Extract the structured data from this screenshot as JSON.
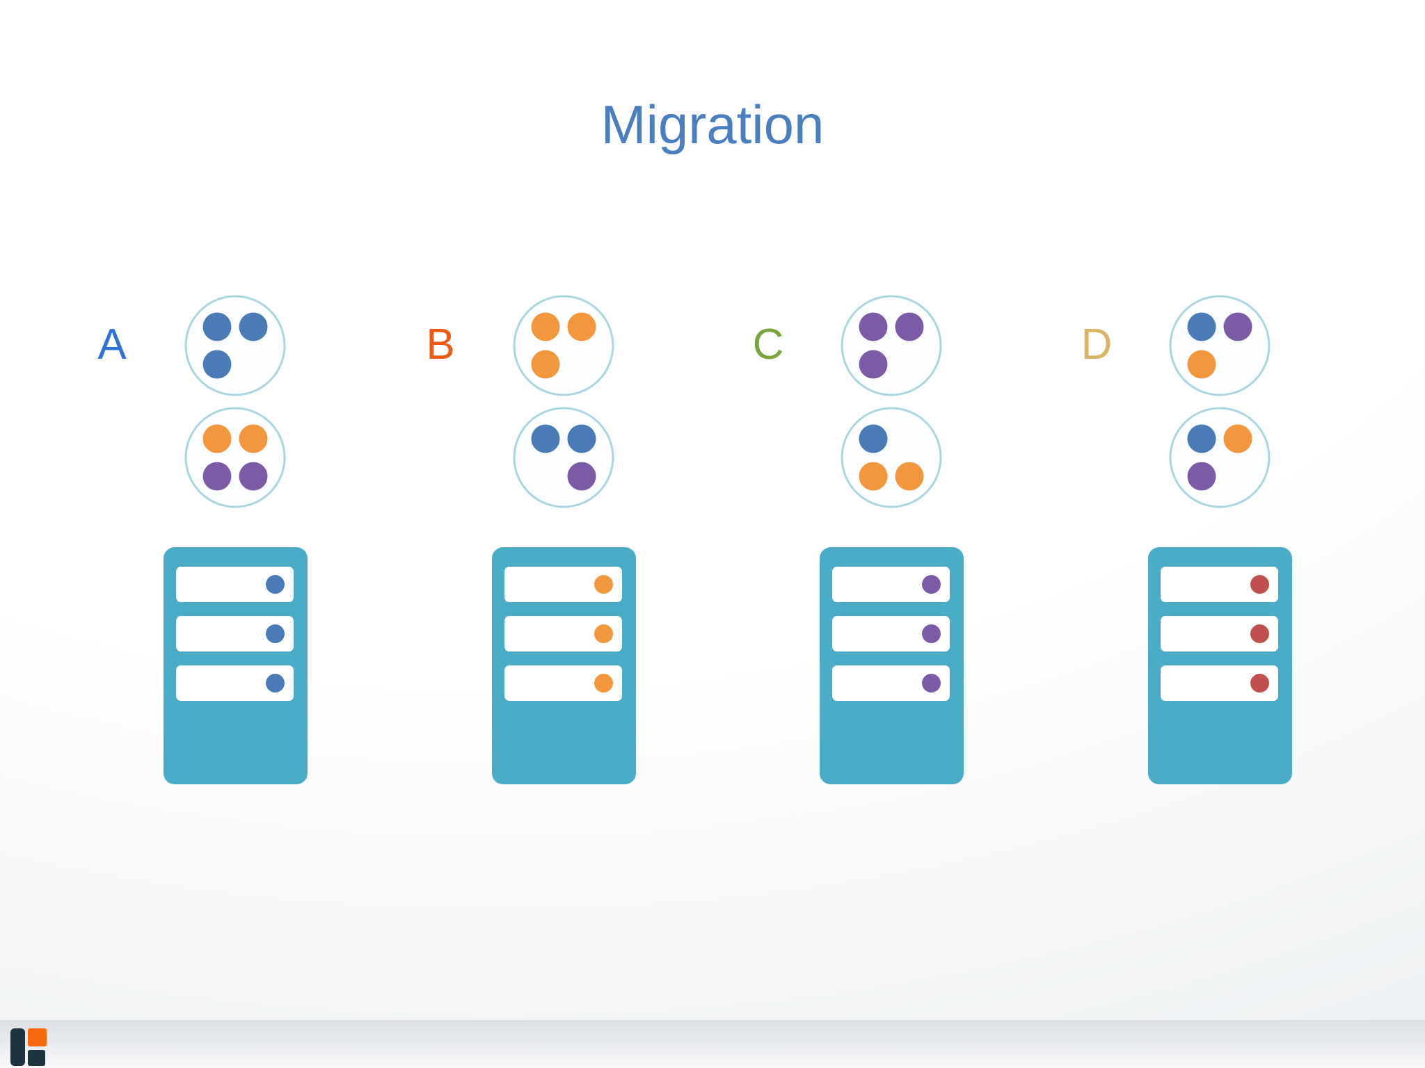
{
  "slide": {
    "title": "Migration"
  },
  "palette": {
    "title_color": "#4a7ec1",
    "server_teal": "#4aabc6",
    "circle_border": "#a9d6e0",
    "dot_colors": {
      "blue": "#4a7bb7",
      "orange": "#f2973e",
      "purple": "#7c5ba6",
      "red": "#c0504d"
    },
    "logo_dark": "#1d3340",
    "logo_orange": "#f8680f"
  },
  "groups": [
    {
      "label": "A",
      "label_color": "#2e72d9",
      "circles": [
        {
          "dots": [
            {
              "pos": "tl",
              "color": "blue"
            },
            {
              "pos": "tr",
              "color": "blue"
            },
            {
              "pos": "bl",
              "color": "blue"
            }
          ]
        },
        {
          "dots": [
            {
              "pos": "tl",
              "color": "orange"
            },
            {
              "pos": "tr",
              "color": "orange"
            },
            {
              "pos": "bl",
              "color": "purple"
            },
            {
              "pos": "br",
              "color": "purple"
            }
          ]
        }
      ],
      "server": {
        "slot_count": 3,
        "led_color": "blue"
      }
    },
    {
      "label": "B",
      "label_color": "#ee5a14",
      "circles": [
        {
          "dots": [
            {
              "pos": "tl",
              "color": "orange"
            },
            {
              "pos": "tr",
              "color": "orange"
            },
            {
              "pos": "bl",
              "color": "orange"
            }
          ]
        },
        {
          "dots": [
            {
              "pos": "tl",
              "color": "blue"
            },
            {
              "pos": "tr",
              "color": "blue"
            },
            {
              "pos": "br",
              "color": "purple"
            }
          ]
        }
      ],
      "server": {
        "slot_count": 3,
        "led_color": "orange"
      }
    },
    {
      "label": "C",
      "label_color": "#7aa43c",
      "circles": [
        {
          "dots": [
            {
              "pos": "tl",
              "color": "purple"
            },
            {
              "pos": "tr",
              "color": "purple"
            },
            {
              "pos": "bl",
              "color": "purple"
            }
          ]
        },
        {
          "dots": [
            {
              "pos": "tl",
              "color": "blue"
            },
            {
              "pos": "bl",
              "color": "orange"
            },
            {
              "pos": "br",
              "color": "orange"
            }
          ]
        }
      ],
      "server": {
        "slot_count": 3,
        "led_color": "purple"
      }
    },
    {
      "label": "D",
      "label_color": "#d7b565",
      "circles": [
        {
          "dots": [
            {
              "pos": "tl",
              "color": "blue"
            },
            {
              "pos": "tr",
              "color": "purple"
            },
            {
              "pos": "bl",
              "color": "orange"
            }
          ]
        },
        {
          "dots": [
            {
              "pos": "tl",
              "color": "blue"
            },
            {
              "pos": "tr",
              "color": "orange"
            },
            {
              "pos": "bl",
              "color": "purple"
            }
          ]
        }
      ],
      "server": {
        "slot_count": 3,
        "led_color": "red"
      }
    }
  ]
}
